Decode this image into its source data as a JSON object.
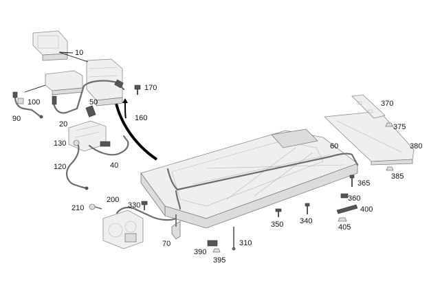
{
  "callouts": [
    {
      "id": "10",
      "text": "10"
    },
    {
      "id": "20",
      "text": "20"
    },
    {
      "id": "40",
      "text": "40"
    },
    {
      "id": "50",
      "text": "50"
    },
    {
      "id": "60",
      "text": "60"
    },
    {
      "id": "70",
      "text": "70"
    },
    {
      "id": "90",
      "text": "90"
    },
    {
      "id": "100",
      "text": "100"
    },
    {
      "id": "120",
      "text": "120"
    },
    {
      "id": "130",
      "text": "130"
    },
    {
      "id": "160",
      "text": "160"
    },
    {
      "id": "170",
      "text": "170"
    },
    {
      "id": "200",
      "text": "200"
    },
    {
      "id": "210",
      "text": "210"
    },
    {
      "id": "310",
      "text": "310"
    },
    {
      "id": "330",
      "text": "330"
    },
    {
      "id": "340",
      "text": "340"
    },
    {
      "id": "350",
      "text": "350"
    },
    {
      "id": "360",
      "text": "360"
    },
    {
      "id": "365",
      "text": "365"
    },
    {
      "id": "370",
      "text": "370"
    },
    {
      "id": "375",
      "text": "375"
    },
    {
      "id": "380",
      "text": "380"
    },
    {
      "id": "385",
      "text": "385"
    },
    {
      "id": "390",
      "text": "390"
    },
    {
      "id": "395",
      "text": "395"
    },
    {
      "id": "400",
      "text": "400"
    },
    {
      "id": "405",
      "text": "405"
    }
  ],
  "colors": {
    "part_fill": "#efefef",
    "part_outline": "#8a8a8a",
    "cable": "#6d6d6d",
    "label": "#111111",
    "arrow": "#000000"
  }
}
